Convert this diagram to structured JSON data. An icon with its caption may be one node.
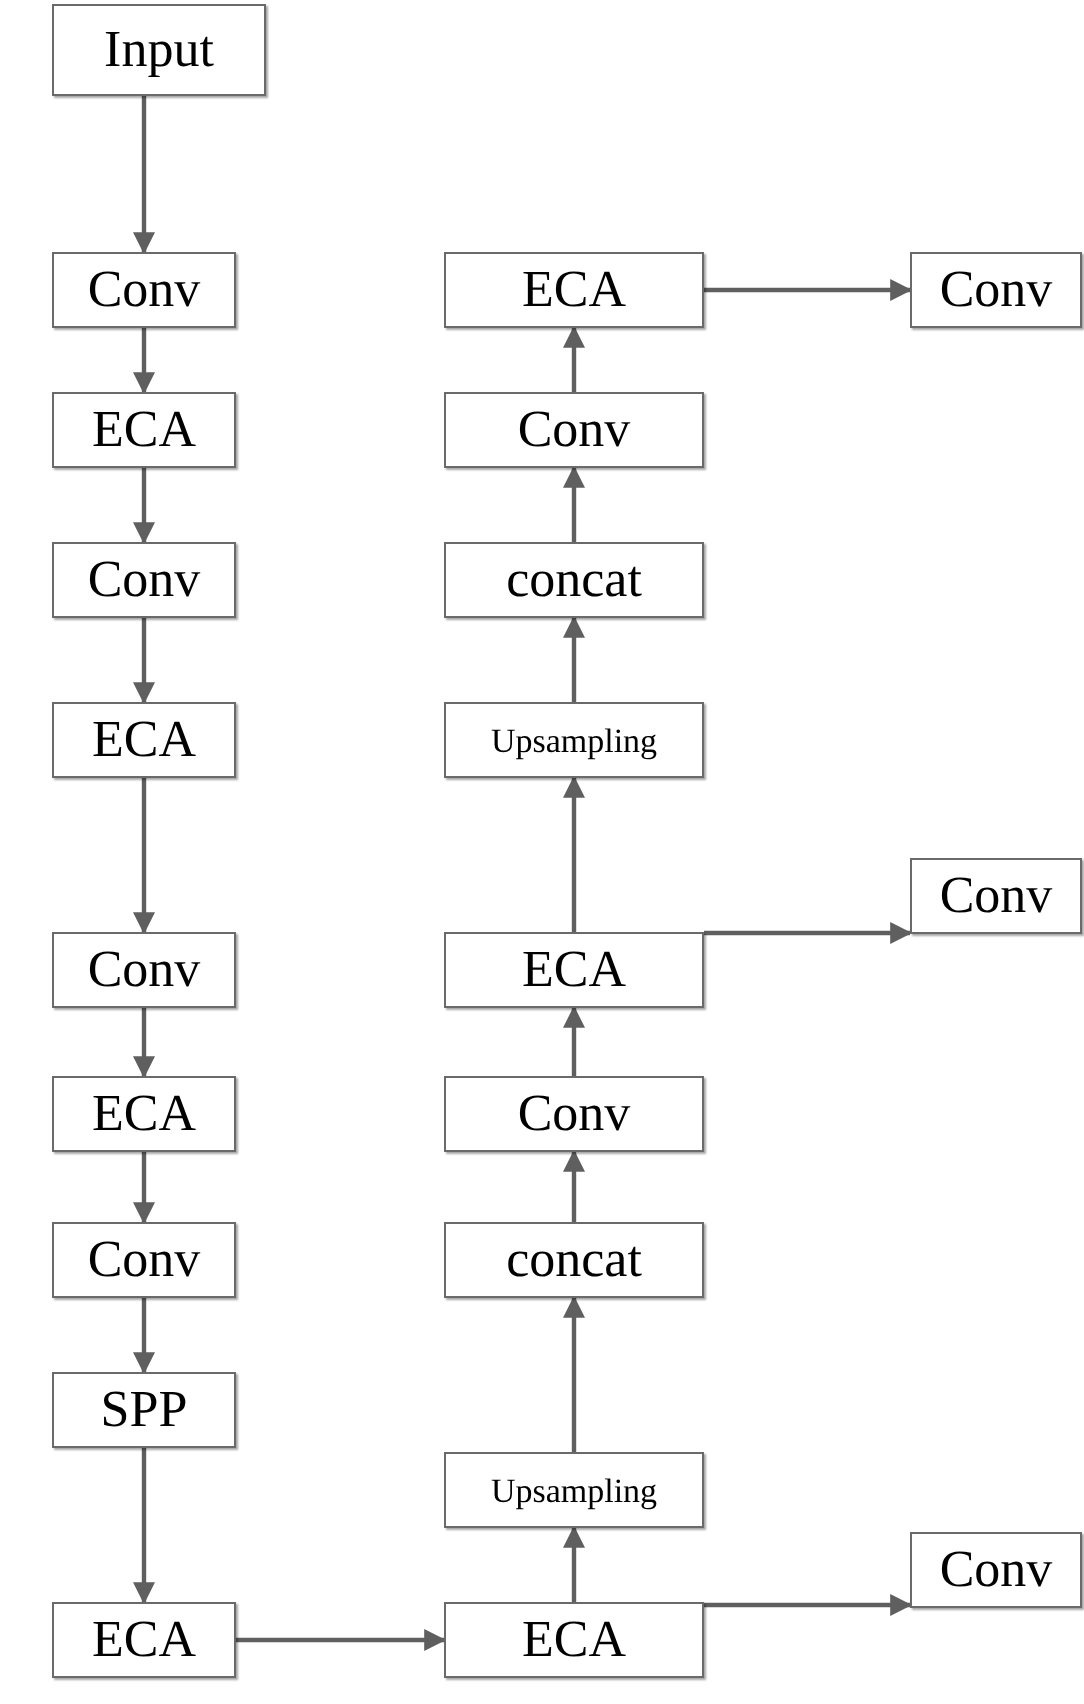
{
  "diagram": {
    "nodes": [
      {
        "text": [
          "Input"
        ]
      },
      {
        "text": [
          "Conv"
        ]
      },
      {
        "text": [
          "ECA"
        ]
      },
      {
        "text": [
          "Conv"
        ]
      },
      {
        "text": [
          "ECA"
        ]
      },
      {
        "text": [
          "Conv"
        ]
      },
      {
        "text": [
          "ECA"
        ]
      },
      {
        "text": [
          "Conv"
        ]
      },
      {
        "text": [
          "SPP"
        ]
      },
      {
        "text": [
          "ECA"
        ]
      },
      {
        "text": [
          "ECA"
        ]
      },
      {
        "text": [
          "Upsampling"
        ]
      },
      {
        "text": [
          "concat"
        ]
      },
      {
        "text": [
          "Conv"
        ]
      },
      {
        "text": [
          "ECA"
        ]
      },
      {
        "text": [
          "Upsampling"
        ]
      },
      {
        "text": [
          "concat"
        ]
      },
      {
        "text": [
          "Conv"
        ]
      },
      {
        "text": [
          "ECA"
        ]
      },
      {
        "text": [
          "Conv"
        ]
      },
      {
        "text": [
          "Conv"
        ]
      },
      {
        "text": [
          "Conv"
        ]
      }
    ],
    "edges": [
      {
        "from": 0,
        "to": 1,
        "arrow": "to"
      },
      {
        "from": 1,
        "to": 2,
        "arrow": "to"
      },
      {
        "from": 2,
        "to": 3,
        "arrow": "to"
      },
      {
        "from": 3,
        "to": 4,
        "arrow": "to"
      },
      {
        "from": 4,
        "to": 5,
        "arrow": "to"
      },
      {
        "from": 5,
        "to": 6,
        "arrow": "to"
      },
      {
        "from": 6,
        "to": 7,
        "arrow": "to"
      },
      {
        "from": 7,
        "to": 8,
        "arrow": "to"
      },
      {
        "from": 8,
        "to": 9,
        "arrow": "to"
      },
      {
        "from": 9,
        "to": 10,
        "arrow": "to"
      },
      {
        "from": 10,
        "to": 11,
        "arrow": "to"
      },
      {
        "from": 10,
        "to": 21,
        "arrow": "to"
      },
      {
        "from": 11,
        "to": 12,
        "arrow": "to"
      },
      {
        "from": 12,
        "to": 13,
        "arrow": "to"
      },
      {
        "from": 13,
        "to": 14,
        "arrow": "to"
      },
      {
        "from": 14,
        "to": 15,
        "arrow": "to"
      },
      {
        "from": 14,
        "to": 20,
        "arrow": "to"
      },
      {
        "from": 15,
        "to": 16,
        "arrow": "to"
      },
      {
        "from": 16,
        "to": 17,
        "arrow": "to"
      },
      {
        "from": 17,
        "to": 18,
        "arrow": "to"
      },
      {
        "from": 18,
        "to": 19,
        "arrow": "to"
      }
    ]
  }
}
